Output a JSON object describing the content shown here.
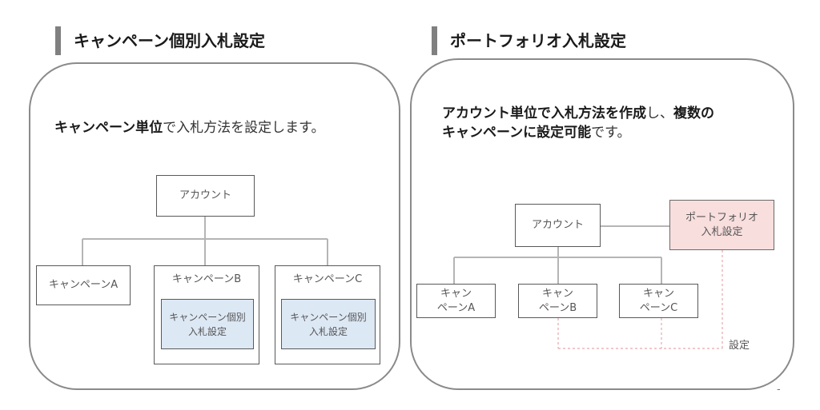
{
  "left": {
    "heading": "キャンペーン個別入札設定",
    "desc_bold": "キャンペーン単位",
    "desc_rest": "で入札方法を設定します。",
    "account": "アカウント",
    "campaign_a": "キャンペーンA",
    "campaign_b": "キャンペーンB",
    "campaign_c": "キャンペーンC",
    "bid_b_line1": "キャンペーン個別",
    "bid_b_line2": "入札設定",
    "bid_c_line1": "キャンペーン個別",
    "bid_c_line2": "入札設定"
  },
  "right": {
    "heading": "ポートフォリオ入札設定",
    "desc_l1_bold": "アカウント単位で入札方法を作成",
    "desc_l1_rest": "し、",
    "desc_l1_bold2": "複数の",
    "desc_l2_bold": "キャンペーンに設定可能",
    "desc_l2_rest": "です。",
    "account": "アカウント",
    "portfolio_line1": "ポートフォリオ",
    "portfolio_line2": "入札設定",
    "campaign_a_line1": "キャン",
    "campaign_a_line2": "ペーンA",
    "campaign_b_line1": "キャン",
    "campaign_b_line2": "ペーンB",
    "campaign_c_line1": "キャン",
    "campaign_c_line2": "ペーンC",
    "setting_label": "設定",
    "footer_mark": "-"
  }
}
